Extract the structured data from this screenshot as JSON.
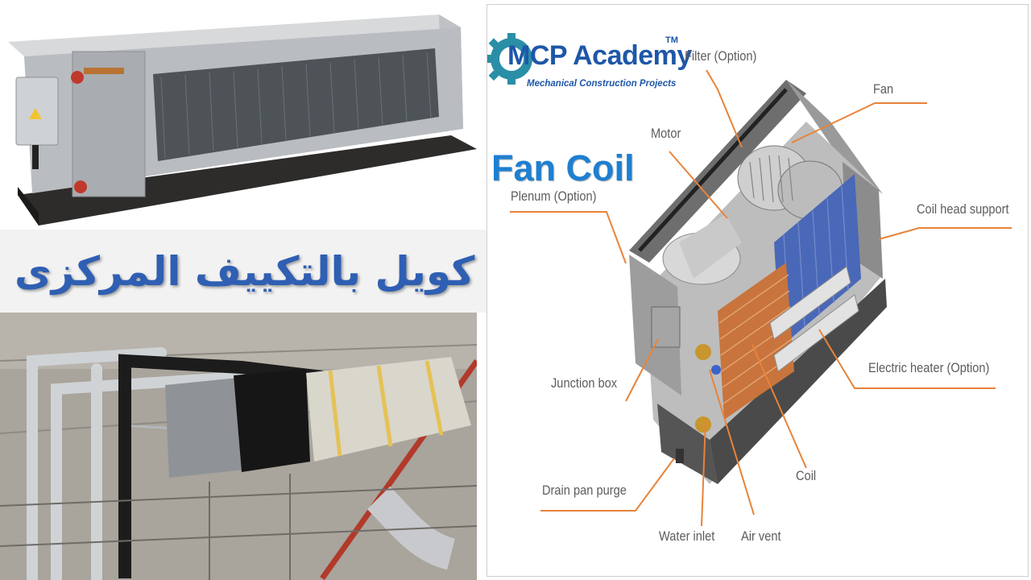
{
  "title_arabic": "الفان كويل بالتكييف المركزى",
  "logo": {
    "name": "MCP Academy",
    "trademark": "TM",
    "tagline": "Mechanical Construction Projects"
  },
  "diagram": {
    "title": "Fan Coil",
    "labels": {
      "filter": "Filter (Option)",
      "fan": "Fan",
      "motor": "Motor",
      "plenum": "Plenum (Option)",
      "coil_head_support": "Coil head support",
      "junction_box": "Junction box",
      "electric_heater": "Electric heater (Option)",
      "drain_pan_purge": "Drain pan purge",
      "coil": "Coil",
      "water_inlet": "Water inlet",
      "air_vent": "Air vent"
    }
  },
  "colors": {
    "title_blue": "#2f5fb3",
    "logo_blue": "#1e57a8",
    "gear_teal": "#2a8fa6",
    "leader_orange": "#e8833a",
    "coil_copper": "#c8743c",
    "fin_blue": "#4a68b8"
  }
}
